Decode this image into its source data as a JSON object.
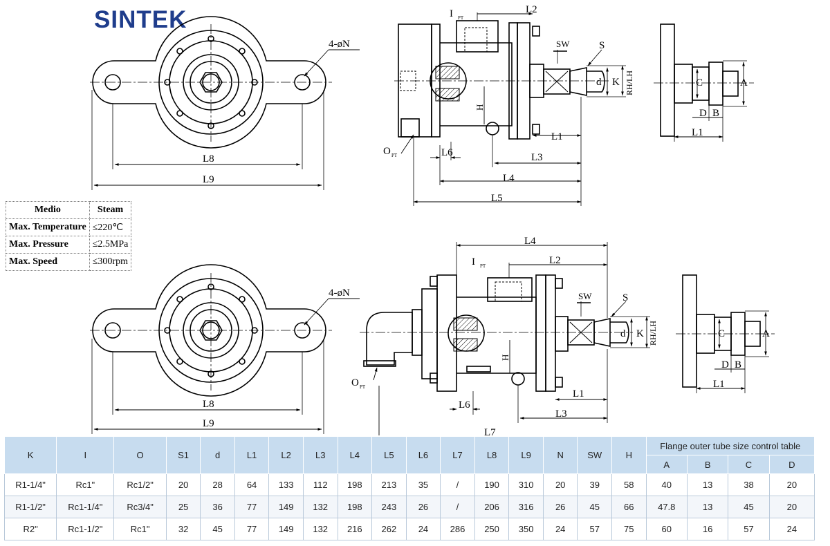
{
  "brand": {
    "name": "SINTEK",
    "color": "#1f3d8c"
  },
  "drawing": {
    "labels": {
      "holes": "4-øN",
      "L1": "L1",
      "L2": "L2",
      "L3": "L3",
      "L4": "L4",
      "L5": "L5",
      "L6": "L6",
      "L7": "L7",
      "L8": "L8",
      "L9": "L9",
      "inlet": "I",
      "outlet": "O",
      "pt": "PT",
      "sw": "SW",
      "s": "S",
      "d": "d",
      "k": "K",
      "rh_lh": "RH/LH",
      "h": "H",
      "a": "A",
      "b": "B",
      "c": "C",
      "dd": "D"
    }
  },
  "spec_table": {
    "header": [
      "Medio",
      "Steam"
    ],
    "rows": [
      [
        "Max. Temperature",
        "≤220℃"
      ],
      [
        "Max. Pressure",
        "≤2.5MPa"
      ],
      [
        "Max. Speed",
        "≤300rpm"
      ]
    ]
  },
  "dimension_table": {
    "columns": [
      "K",
      "I",
      "O",
      "S1",
      "d",
      "L1",
      "L2",
      "L3",
      "L4",
      "L5",
      "L6",
      "L7",
      "L8",
      "L9",
      "N",
      "SW",
      "H"
    ],
    "group_header": "Flange outer tube size control table",
    "group_columns": [
      "A",
      "B",
      "C",
      "D"
    ],
    "rows": [
      [
        "R1-1/4\"",
        "Rc1\"",
        "Rc1/2\"",
        "20",
        "28",
        "64",
        "133",
        "112",
        "198",
        "213",
        "35",
        "/",
        "190",
        "310",
        "20",
        "39",
        "58",
        "40",
        "13",
        "38",
        "20"
      ],
      [
        "R1-1/2\"",
        "Rc1-1/4\"",
        "Rc3/4\"",
        "25",
        "36",
        "77",
        "149",
        "132",
        "198",
        "243",
        "26",
        "/",
        "206",
        "316",
        "26",
        "45",
        "66",
        "47.8",
        "13",
        "45",
        "20"
      ],
      [
        "R2\"",
        "Rc1-1/2\"",
        "Rc1\"",
        "32",
        "45",
        "77",
        "149",
        "132",
        "216",
        "262",
        "24",
        "286",
        "250",
        "350",
        "24",
        "57",
        "75",
        "60",
        "16",
        "57",
        "24"
      ]
    ]
  }
}
